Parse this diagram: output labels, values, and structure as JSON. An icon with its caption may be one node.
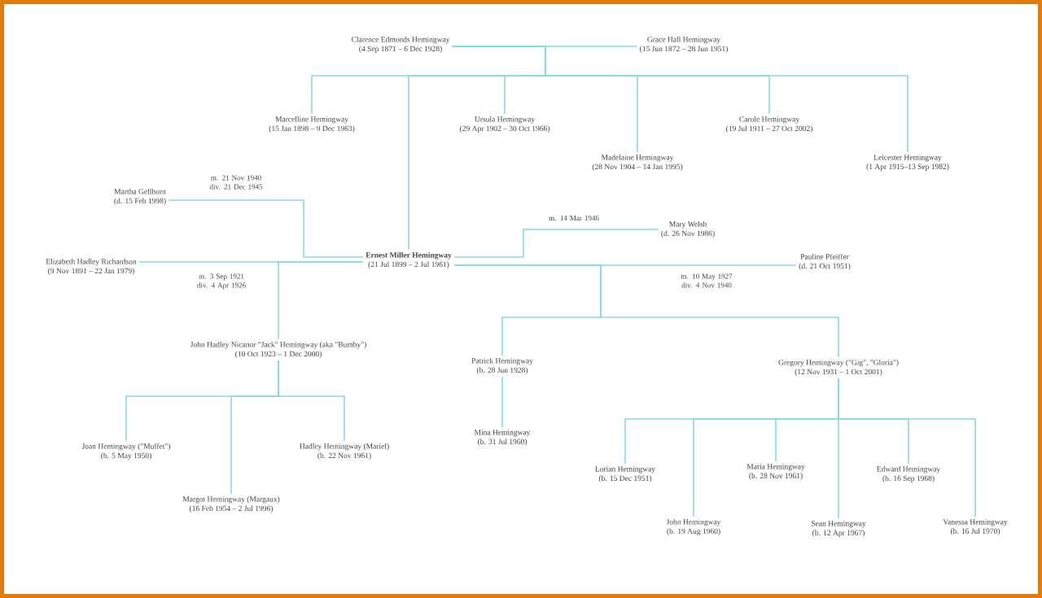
{
  "diagram": {
    "nodes": [
      {
        "text": [
          "Clarence Edmonds Hemingway",
          "(4 Sep 1871 – 6 Dec 1928)"
        ]
      },
      {
        "text": [
          "Grace Hall Hemingway",
          "(15 Jun 1872 – 28 Jun 1951)"
        ]
      },
      {
        "text": [
          "Marcelline Hemingway",
          "(15 Jan 1898 – 9 Dec 1963)"
        ]
      },
      {
        "text": [
          "Ursula Hemingway",
          "(29 Apr 1902 – 30 Oct 1966)"
        ]
      },
      {
        "text": [
          "Madelaine Hemingway",
          "(28 Nov 1904 – 14 Jan 1995)"
        ]
      },
      {
        "text": [
          "Carole Hemingway",
          "(19 Jul 1911 – 27 Oct 2002)"
        ]
      },
      {
        "text": [
          "Leicester Hemingway",
          "(1 Apr 1915–13 Sep 1982)"
        ]
      },
      {
        "text": [
          "Martha Gellhorn",
          "(d. 15 Feb 1998)"
        ]
      },
      {
        "text": [
          "Elizabeth Hadley Richardson",
          "(9 Nov 1891 – 22 Jan 1979)"
        ]
      },
      {
        "text": [
          "Ernest Miller Hemingway",
          "(21 Jul 1899 – 2 Jul 1961)"
        ]
      },
      {
        "text": [
          "Mary Welsh",
          "(d. 26 Nov 1986)"
        ]
      },
      {
        "text": [
          "Pauline Pfeiffer",
          "(d. 21 Oct 1951)"
        ]
      },
      {
        "text": [
          "John Hadley Nicanor \"Jack\" Hemingway (aka \"Bumby\")",
          "(10 Oct 1923 – 1 Dec 2000)"
        ]
      },
      {
        "text": [
          "Patrick Hemingway",
          "(b. 28 Jun 1928)"
        ]
      },
      {
        "text": [
          "Gregory Hemingway (\"Gig\", \"Gloria\")",
          "(12 Nov 1931 – 1 Oct 2001)"
        ]
      },
      {
        "text": [
          "Joan Hemingway (\"Muffet\")",
          "(b. 5 May 1950)"
        ]
      },
      {
        "text": [
          "Margot Hemingway (Margaux)",
          "(16 Feb 1954 – 2 Jul 1996)"
        ]
      },
      {
        "text": [
          "Hadley Hemingway (Mariel)",
          "(b. 22 Nov 1961)"
        ]
      },
      {
        "text": [
          "Mina Hemingway",
          "(b. 31 Jul 1960)"
        ]
      },
      {
        "text": [
          "Lorian Hemingway",
          "(b. 15 Dec 1951)"
        ]
      },
      {
        "text": [
          "John Hemingway",
          "(b. 19 Aug 1960)"
        ]
      },
      {
        "text": [
          "Maria Hemingway",
          "(b. 28 Nov 1961)"
        ]
      },
      {
        "text": [
          "Sean Hemingway",
          "(b. 12 Apr 1967)"
        ]
      },
      {
        "text": [
          "Edward Hemingway",
          "(b. 16 Sep 1968)"
        ]
      },
      {
        "text": [
          "Vanessa Hemingway",
          "(b. 16 Jul 1970)"
        ]
      }
    ],
    "edges": [
      {
        "from": 0,
        "to": 1,
        "arrow": "none"
      },
      {
        "from": 0,
        "to": 2,
        "arrow": "none"
      },
      {
        "from": 0,
        "to": 9,
        "arrow": "none"
      },
      {
        "from": 0,
        "to": 3,
        "arrow": "none"
      },
      {
        "from": 0,
        "to": 4,
        "arrow": "none"
      },
      {
        "from": 0,
        "to": 5,
        "arrow": "none"
      },
      {
        "from": 0,
        "to": 6,
        "arrow": "none"
      },
      {
        "from": 7,
        "to": 9,
        "arrow": "none",
        "label": "m. 21 Nov 1940 div. 21 Dec 1945"
      },
      {
        "from": 8,
        "to": 9,
        "arrow": "none",
        "label": "m. 3 Sep 1921 div. 4 Apr 1926"
      },
      {
        "from": 9,
        "to": 10,
        "arrow": "none",
        "label": "m. 14 Mar 1946"
      },
      {
        "from": 9,
        "to": 11,
        "arrow": "none",
        "label": "m. 10 May 1927 div. 4 Nov 1940"
      },
      {
        "from": 9,
        "to": 12,
        "arrow": "none"
      },
      {
        "from": 9,
        "to": 13,
        "arrow": "none"
      },
      {
        "from": 9,
        "to": 14,
        "arrow": "none"
      },
      {
        "from": 12,
        "to": 15,
        "arrow": "none"
      },
      {
        "from": 12,
        "to": 16,
        "arrow": "none"
      },
      {
        "from": 12,
        "to": 17,
        "arrow": "none"
      },
      {
        "from": 13,
        "to": 18,
        "arrow": "none"
      },
      {
        "from": 14,
        "to": 19,
        "arrow": "none"
      },
      {
        "from": 14,
        "to": 20,
        "arrow": "none"
      },
      {
        "from": 14,
        "to": 21,
        "arrow": "none"
      },
      {
        "from": 14,
        "to": 22,
        "arrow": "none"
      },
      {
        "from": 14,
        "to": 23,
        "arrow": "none"
      },
      {
        "from": 14,
        "to": 24,
        "arrow": "none"
      }
    ]
  }
}
